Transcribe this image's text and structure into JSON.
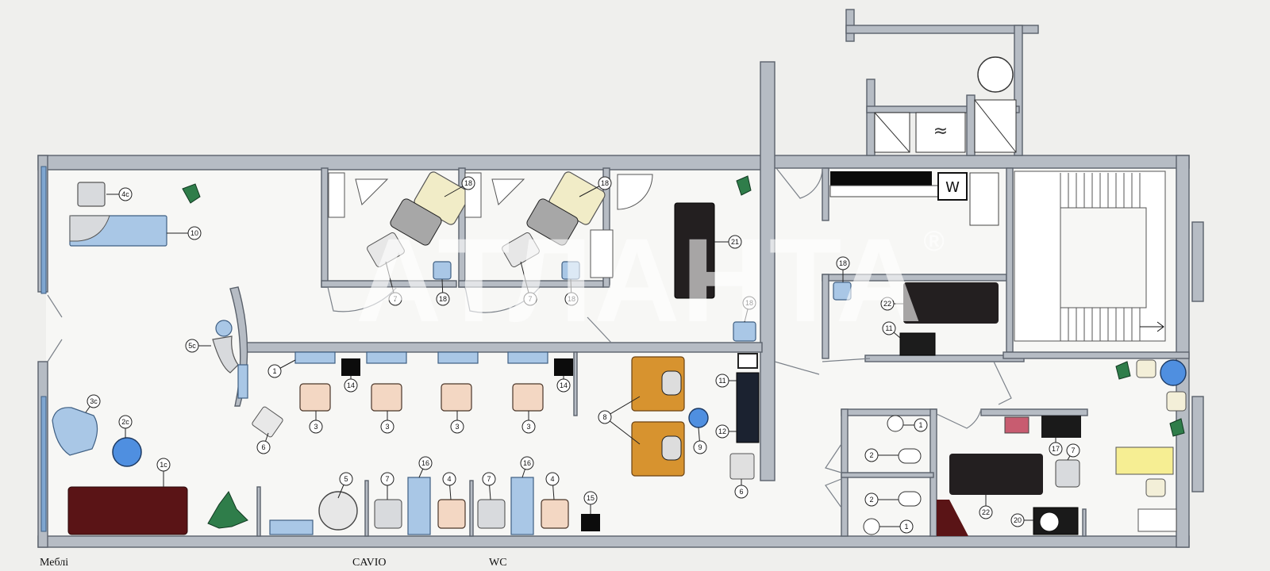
{
  "captions": {
    "furniture": "Меблі",
    "cavio": "CAVIO",
    "wc": "WC"
  },
  "watermark": {
    "text": "АТЛАНТА",
    "mark": "®"
  },
  "markers": {
    "m4c": "4c",
    "m10": "10",
    "m5c": "5c",
    "m3c": "3c",
    "m2c": "2c",
    "m1c": "1c",
    "m18a": "18",
    "m7a": "7",
    "m18b": "18",
    "m18c": "18",
    "m7b": "7",
    "m18d": "18",
    "m21": "21",
    "m18e": "18",
    "m1": "1",
    "m14a": "14",
    "m14b": "14",
    "m3a": "3",
    "m3b": "3",
    "m3c2": "3",
    "m3d": "3",
    "m6a": "6",
    "m8": "8",
    "m9": "9",
    "m11a": "11",
    "m12": "12",
    "m6b": "6",
    "m5": "5",
    "m7c": "7",
    "m4a": "4",
    "m16a": "16",
    "m7d": "7",
    "m4b": "4",
    "m16b": "16",
    "m15": "15",
    "m18f": "18",
    "m22a": "22",
    "m11b": "11",
    "m1a": "1",
    "m2a": "2",
    "m2b": "2",
    "m1b": "1",
    "m17": "17",
    "m7e": "7",
    "m22b": "22",
    "m20": "20"
  },
  "colors": {
    "wall": "#b6bcc4",
    "furniture_blue": "#a9c7e6",
    "sofa": "#5a1416",
    "wash_station": "#d7932f",
    "yellow_table": "#f6ee93"
  },
  "icons": [
    "plant-icon",
    "shower-icon",
    "toilet-icon",
    "sink-icon",
    "stairs-icon",
    "washing-machine-icon"
  ]
}
